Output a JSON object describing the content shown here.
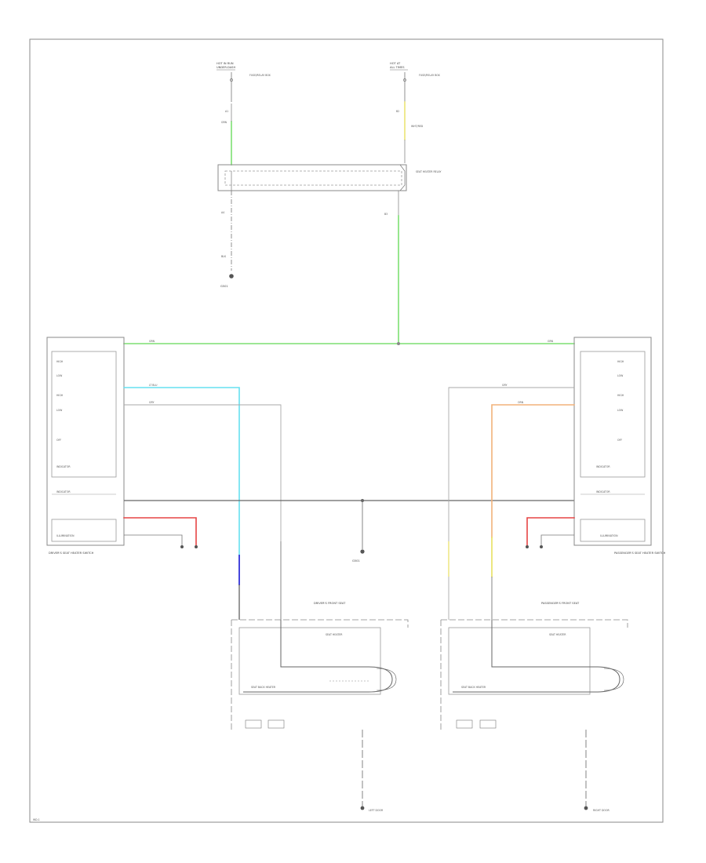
{
  "colors": {
    "green": "#7ddf72",
    "cyan": "#66e0f0",
    "blue": "#3030d8",
    "red": "#e64545",
    "orange": "#f2b27a",
    "yellow": "#e8e060",
    "gray": "#9a9a9a",
    "dark": "#555555",
    "frame": "#8a8a8a"
  },
  "labels": {
    "top_left_source": "HOT IN RUN",
    "top_left_source2": "UNDER-DASH",
    "top_left_fuse": "FUSE/RELAY BOX",
    "top_right_source": "HOT AT",
    "top_right_source2": "ALL TIMES",
    "top_right_fuse": "FUSE/RELAY BOX",
    "relay_name": "SEAT HEATER RELAY",
    "ground_top": "G501",
    "left_switch": "DRIVER'S SEAT HEATER SWITCH",
    "right_switch": "PASSENGER'S SEAT HEATER SWITCH",
    "ground_mid": "G501",
    "left_seat": "DRIVER'S FRONT SEAT",
    "right_seat": "PASSENGER'S FRONT SEAT",
    "seat_heater": "SEAT HEATER",
    "seat_back_heater": "SEAT BACK HEATER",
    "left_door": "LEFT DOOR",
    "right_door": "RIGHT DOOR",
    "page_ref": "WD-1"
  }
}
